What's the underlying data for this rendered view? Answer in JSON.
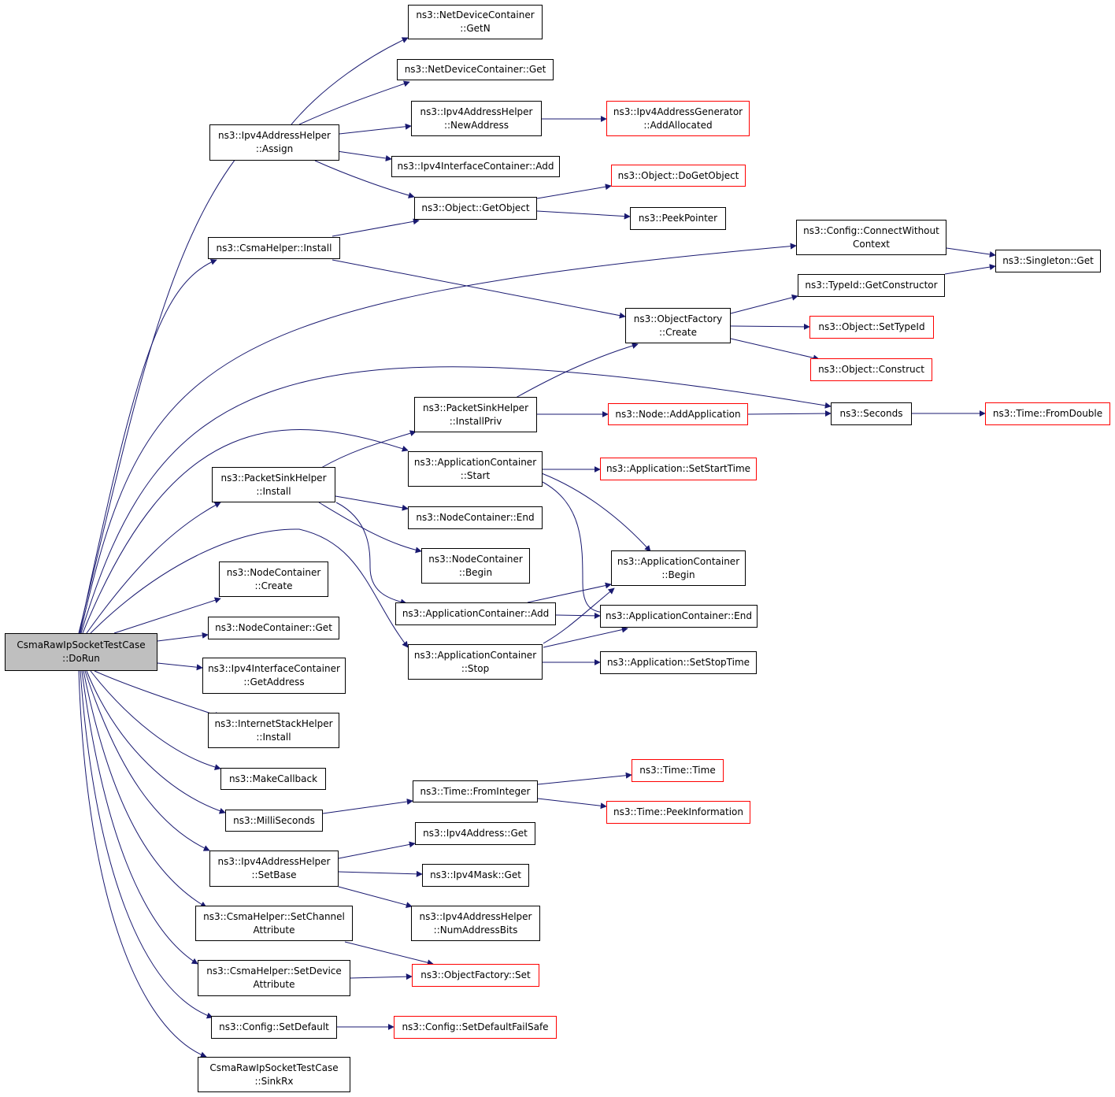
{
  "colors": {
    "edge": "#191970",
    "border_internal": "#000000",
    "border_external": "#ff0000",
    "root_fill": "#bfbfbf"
  },
  "nodes": {
    "root": {
      "l1": "CsmaRawIpSocketTestCase",
      "l2": "::DoRun"
    },
    "ndc_getn": {
      "l1": "ns3::NetDeviceContainer",
      "l2": "::GetN"
    },
    "ndc_get": {
      "l1": "ns3::NetDeviceContainer::Get"
    },
    "ipv4ah_newaddr": {
      "l1": "ns3::Ipv4AddressHelper",
      "l2": "::NewAddress"
    },
    "ipv4ag_addalloc": {
      "l1": "ns3::Ipv4AddressGenerator",
      "l2": "::AddAllocated"
    },
    "ipv4ah_assign": {
      "l1": "ns3::Ipv4AddressHelper",
      "l2": "::Assign"
    },
    "ipv4ic_add": {
      "l1": "ns3::Ipv4InterfaceContainer::Add"
    },
    "obj_dogetobject": {
      "l1": "ns3::Object::DoGetObject"
    },
    "obj_getobject": {
      "l1": "ns3::Object::GetObject"
    },
    "peekpointer": {
      "l1": "ns3::PeekPointer"
    },
    "csma_install": {
      "l1": "ns3::CsmaHelper::Install"
    },
    "cfg_connectwc": {
      "l1": "ns3::Config::ConnectWithout",
      "l2": "Context"
    },
    "singleton_get": {
      "l1": "ns3::Singleton::Get"
    },
    "typeid_getctor": {
      "l1": "ns3::TypeId::GetConstructor"
    },
    "objfactory_create": {
      "l1": "ns3::ObjectFactory",
      "l2": "::Create"
    },
    "obj_settypeid": {
      "l1": "ns3::Object::SetTypeId"
    },
    "obj_construct": {
      "l1": "ns3::Object::Construct"
    },
    "psh_installpriv": {
      "l1": "ns3::PacketSinkHelper",
      "l2": "::InstallPriv"
    },
    "node_addapp": {
      "l1": "ns3::Node::AddApplication"
    },
    "seconds": {
      "l1": "ns3::Seconds"
    },
    "time_fromdouble": {
      "l1": "ns3::Time::FromDouble"
    },
    "ac_start": {
      "l1": "ns3::ApplicationContainer",
      "l2": "::Start"
    },
    "app_setstarttime": {
      "l1": "ns3::Application::SetStartTime"
    },
    "psh_install": {
      "l1": "ns3::PacketSinkHelper",
      "l2": "::Install"
    },
    "nc_end": {
      "l1": "ns3::NodeContainer::End"
    },
    "nc_begin": {
      "l1": "ns3::NodeContainer",
      "l2": "::Begin"
    },
    "ac_begin": {
      "l1": "ns3::ApplicationContainer",
      "l2": "::Begin"
    },
    "nc_create": {
      "l1": "ns3::NodeContainer",
      "l2": "::Create"
    },
    "ac_add": {
      "l1": "ns3::ApplicationContainer::Add"
    },
    "ac_end": {
      "l1": "ns3::ApplicationContainer::End"
    },
    "nc_get": {
      "l1": "ns3::NodeContainer::Get"
    },
    "ac_stop": {
      "l1": "ns3::ApplicationContainer",
      "l2": "::Stop"
    },
    "app_setstoptime": {
      "l1": "ns3::Application::SetStopTime"
    },
    "ipv4ic_getaddr": {
      "l1": "ns3::Ipv4InterfaceContainer",
      "l2": "::GetAddress"
    },
    "ish_install": {
      "l1": "ns3::InternetStackHelper",
      "l2": "::Install"
    },
    "time_time": {
      "l1": "ns3::Time::Time"
    },
    "makecallback": {
      "l1": "ns3::MakeCallback"
    },
    "time_fromint": {
      "l1": "ns3::Time::FromInteger"
    },
    "time_peekinfo": {
      "l1": "ns3::Time::PeekInformation"
    },
    "milliseconds": {
      "l1": "ns3::MilliSeconds"
    },
    "ipv4addr_get": {
      "l1": "ns3::Ipv4Address::Get"
    },
    "ipv4ah_setbase": {
      "l1": "ns3::Ipv4AddressHelper",
      "l2": "::SetBase"
    },
    "ipv4mask_get": {
      "l1": "ns3::Ipv4Mask::Get"
    },
    "csma_setchattr": {
      "l1": "ns3::CsmaHelper::SetChannel",
      "l2": "Attribute"
    },
    "ipv4ah_numaddrbits": {
      "l1": "ns3::Ipv4AddressHelper",
      "l2": "::NumAddressBits"
    },
    "csma_setdevattr": {
      "l1": "ns3::CsmaHelper::SetDevice",
      "l2": "Attribute"
    },
    "objfactory_set": {
      "l1": "ns3::ObjectFactory::Set"
    },
    "cfg_setdefault": {
      "l1": "ns3::Config::SetDefault"
    },
    "cfg_setdefaultfs": {
      "l1": "ns3::Config::SetDefaultFailSafe"
    },
    "sinkrx": {
      "l1": "CsmaRawIpSocketTestCase",
      "l2": "::SinkRx"
    }
  }
}
